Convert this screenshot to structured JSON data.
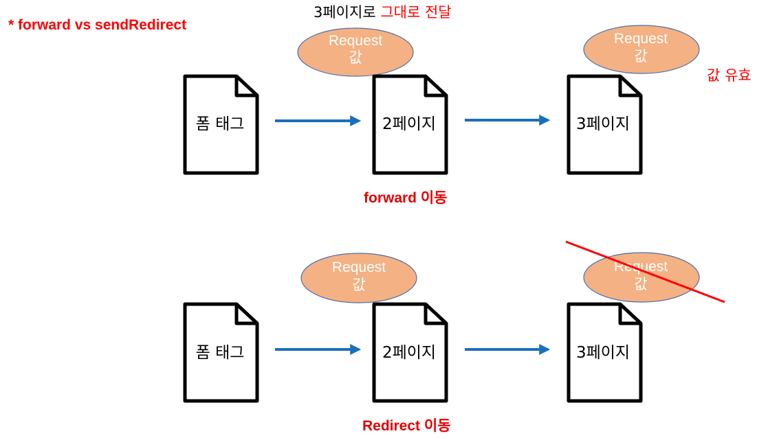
{
  "title": "* forward vs sendRedirect",
  "top_note": {
    "part1": "3페이지로 ",
    "part2": "그대로 전달"
  },
  "valid_note": "값 유효",
  "forward_caption": {
    "latin": "forward",
    "korean": "이동"
  },
  "redirect_caption": {
    "latin": "Redirect",
    "korean": "이동"
  },
  "docs": {
    "form_tag": "폼 태그",
    "page2": "2페이지",
    "page3": "3페이지"
  },
  "bubble": {
    "line1": "Request",
    "line2": "값"
  },
  "colors": {
    "accent_red": "#ff0000",
    "arrow_blue": "#1a6fbd",
    "bubble_fill": "#f4b183",
    "bubble_stroke": "#4a6ea9"
  }
}
